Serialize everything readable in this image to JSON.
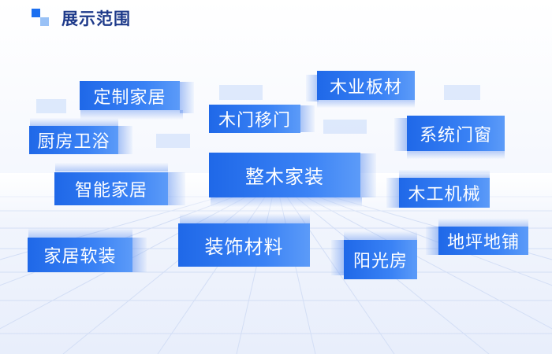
{
  "header": {
    "title": "展示范围"
  },
  "tags": {
    "center": "整木家装",
    "custom_home": "定制家居",
    "wood_industry": "木业板材",
    "wood_doors": "木门移门",
    "kitchen_bath": "厨房卫浴",
    "systems": "系统门窗",
    "smart_home": "智能家居",
    "machinery": "木工机械",
    "furnishing": "家居软装",
    "decor_materials": "装饰材料",
    "sunroom": "阳光房",
    "flooring": "地坪地铺"
  },
  "colors": {
    "title": "#1e3a8a",
    "accent": "#1c6ff0",
    "box_start": "#1f68e8",
    "box_end": "#5c9bf8"
  }
}
